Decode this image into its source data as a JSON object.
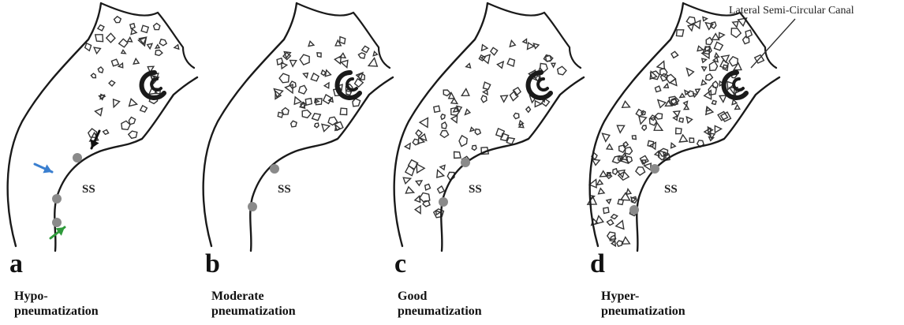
{
  "panels": [
    {
      "letter": "a",
      "caption_line1": "Hypo-",
      "caption_line2": "pneumatization",
      "ss": "SS"
    },
    {
      "letter": "b",
      "caption_line1": "Moderate",
      "caption_line2": "pneumatization",
      "ss": "SS"
    },
    {
      "letter": "c",
      "caption_line1": "Good",
      "caption_line2": "pneumatization",
      "ss": "SS"
    },
    {
      "letter": "d",
      "caption_line1": "Hyper-",
      "caption_line2": "pneumatization",
      "ss": "SS"
    }
  ],
  "callout": {
    "text": "Lateral Semi-Circular Canal"
  },
  "colors": {
    "line": "#1a1a1a",
    "point": "#8a8a8a",
    "arrow_black": "#111111",
    "arrow_blue": "#3a7fd0",
    "arrow_green": "#2e9a3a",
    "cell": "#333333"
  }
}
